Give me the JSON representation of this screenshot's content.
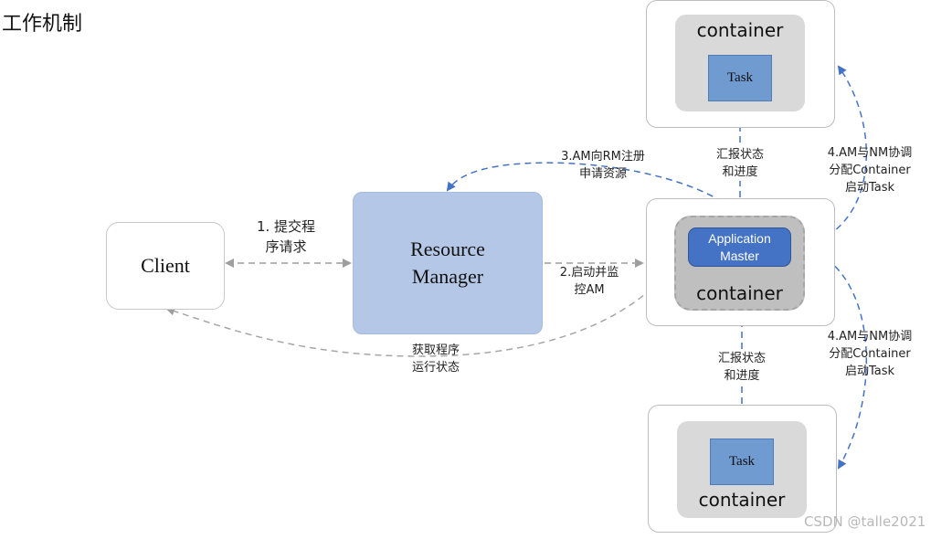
{
  "page_title": "工作机制",
  "nodes": {
    "client": "Client",
    "resource_manager": [
      "Resource",
      "Manager"
    ],
    "app_master": [
      "Application",
      "Master"
    ],
    "container_label": "container",
    "task_label": "Task"
  },
  "edges": {
    "submit": [
      "1. 提交程",
      "序请求"
    ],
    "start_monitor": [
      "2.启动并监",
      "控AM"
    ],
    "register": [
      "3.AM向RM注册",
      "申请资源"
    ],
    "report_top": [
      "汇报状态",
      "和进度"
    ],
    "report_bottom": [
      "汇报状态",
      "和进度"
    ],
    "allocate_top": [
      "4.AM与NM协调",
      "分配Container",
      "启动Task"
    ],
    "allocate_bottom": [
      "4.AM与NM协调",
      "分配Container",
      "启动Task"
    ],
    "get_status": [
      "获取程序",
      "运行状态"
    ]
  },
  "watermark": "CSDN @talle2021",
  "colors": {
    "rm_fill": "#b4c7e7",
    "am_fill": "#4472c4",
    "task_fill": "#6f9bd1",
    "container_fill": "#d9d9d9",
    "blue_arrow": "#4472c4",
    "grey_arrow": "#a6a6a6"
  }
}
